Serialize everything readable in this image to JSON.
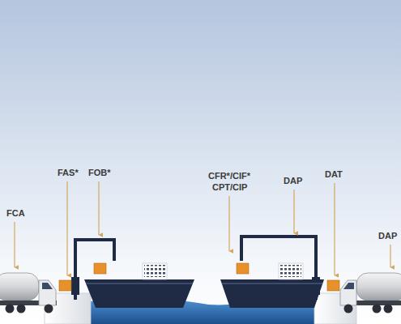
{
  "diagram": {
    "labels": [
      "FCA",
      "FAS*",
      "FOB*",
      "CFR*/CIF*",
      "CPT/CIP",
      "DAP",
      "DAT",
      "DAP"
    ]
  }
}
